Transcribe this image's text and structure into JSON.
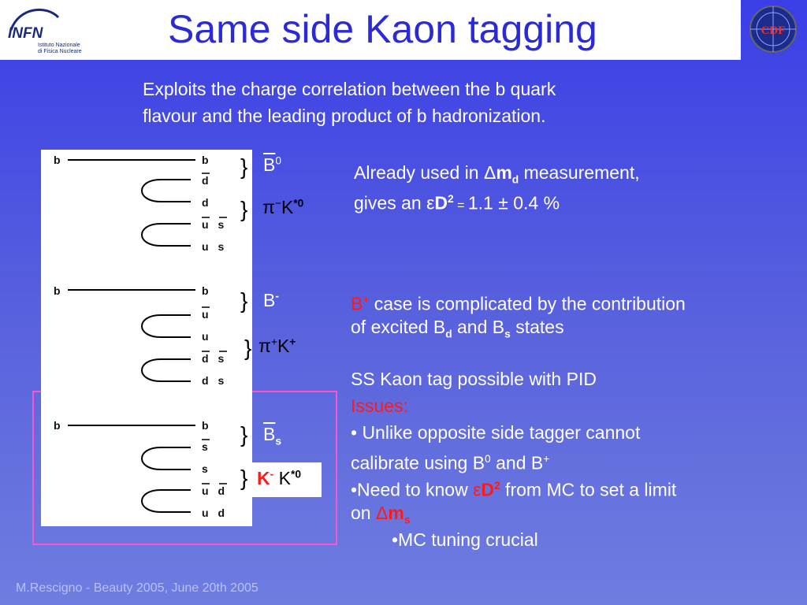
{
  "header": {
    "title": "Same side Kaon tagging",
    "infn_logo_text": "INFN",
    "infn_sub1": "Istituto Nazionale",
    "infn_sub2": "di Fisica Nucleare",
    "cdf_logo_text": "CDF"
  },
  "intro": {
    "line1": "Exploits the charge correlation between the b quark",
    "line2": "flavour and the leading product of b hadronization."
  },
  "diagram": {
    "b0": {
      "rows": [
        "b",
        "b",
        "d",
        "d",
        "u s",
        "u s"
      ]
    },
    "bminus": {
      "rows": [
        "b",
        "b",
        "u",
        "u",
        "d s",
        "d s"
      ]
    },
    "bs": {
      "rows": [
        "b",
        "b",
        "s",
        "s",
        "u d",
        "u d"
      ]
    }
  },
  "labels": {
    "b0_meson": "B",
    "b0_sup": "0",
    "b0_products_pi": "π",
    "b0_products_pi_sup": "−",
    "b0_products_k": "K",
    "b0_products_k_sup": "*0",
    "bm_meson": "B",
    "bm_sup": "-",
    "bm_products_pi": "π",
    "bm_products_pi_sup": "+",
    "bm_products_k": "K",
    "bm_products_k_sup": "+",
    "bs_meson": "B",
    "bs_sub": "s",
    "bs_k": "K",
    "bs_k_sup": "-",
    "bs_kstar": "K",
    "bs_kstar_sup": "*0",
    "brace": "}"
  },
  "right": {
    "already_a": "Already used in ",
    "already_delta": "Δ",
    "already_m": "m",
    "already_msub": "d",
    "already_b": " measurement,",
    "gives_a": "gives an ",
    "gives_eps": "ε",
    "gives_D": "D",
    "gives_sup": "2",
    "gives_eq": " = ",
    "gives_val": "1.1 ± 0.4 %",
    "bplus_B": "B",
    "bplus_sup": "+",
    "bplus_rest": " case is complicated by the contribution",
    "excited_a": "of excited B",
    "excited_d": "d",
    "excited_and": " and B",
    "excited_s": "s",
    "excited_b": " states",
    "ss_line": "SS Kaon tag possible with PID",
    "issues": "Issues:",
    "bullet1a": "• Unlike opposite side tagger cannot",
    "bullet1b_a": "calibrate using B",
    "bullet1b_sup0": "0",
    "bullet1b_and": " and B",
    "bullet1b_supp": "+",
    "bullet2_a": "•Need to know ",
    "bullet2_eps": "ε",
    "bullet2_D": "D",
    "bullet2_sup": "2",
    "bullet2_b": " from MC to set a limit",
    "bullet2c_on": "on ",
    "bullet2c_delta": "Δ",
    "bullet2c_m": "m",
    "bullet2c_s": "s",
    "bullet3": "•MC tuning crucial"
  },
  "footer": {
    "text": "M.Rescigno - Beauty 2005,  June 20th 2005"
  }
}
